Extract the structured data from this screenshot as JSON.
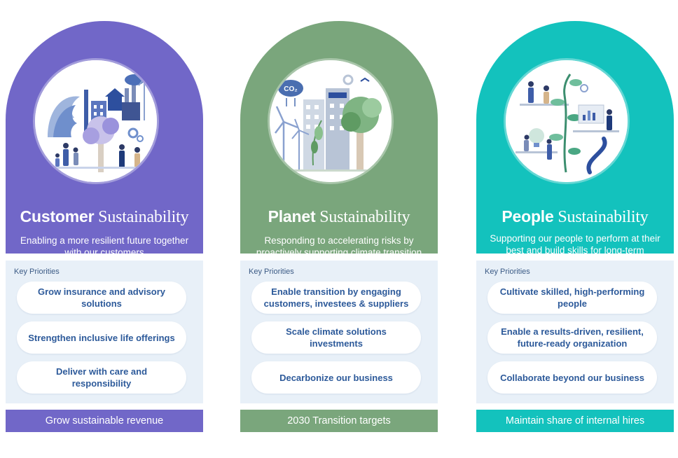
{
  "colors": {
    "customer": "#7167c8",
    "planet": "#7aa67c",
    "people": "#13c2bd",
    "pill_text": "#2d5a9a",
    "priorities_bg": "#e8f0f8"
  },
  "pillars": [
    {
      "title_bold": "Customer",
      "title_light": " Sustainability",
      "subtitle": "Enabling a more resilient future together with our customers",
      "key_priorities_label": "Key Priorities",
      "priorities": [
        "Grow insurance and advisory solutions",
        "Strengthen inclusive life offerings",
        "Deliver with care and responsibility"
      ],
      "footer": "Grow sustainable revenue",
      "illustration_icon": "community-illustration-icon"
    },
    {
      "title_bold": "Planet",
      "title_light": " Sustainability",
      "subtitle": "Responding to accelerating risks by proactively supporting climate transition",
      "key_priorities_label": "Key Priorities",
      "priorities": [
        "Enable transition by engaging customers, investees & suppliers",
        "Scale climate solutions investments",
        "Decarbonize our business"
      ],
      "footer": "2030 Transition targets",
      "illustration_icon": "wind-turbines-illustration-icon",
      "cloud_label": "CO₂"
    },
    {
      "title_bold": "People",
      "title_light": " Sustainability",
      "subtitle": "Supporting our people to perform at their best and build skills for long-term employability",
      "key_priorities_label": "Key Priorities",
      "priorities": [
        "Cultivate skilled, high-performing people",
        "Enable a results-driven, resilient, future-ready organization",
        "Collaborate beyond our business"
      ],
      "footer": "Maintain share of internal hires",
      "illustration_icon": "people-growth-illustration-icon"
    }
  ]
}
